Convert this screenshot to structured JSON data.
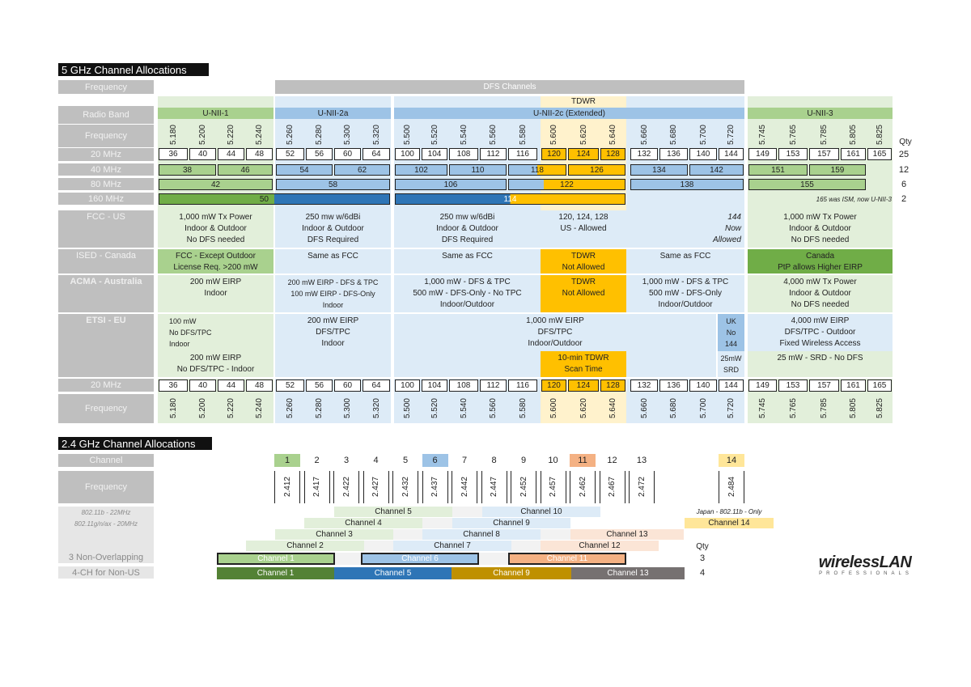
{
  "title_5": "5 GHz Channel Allocations",
  "title_24": "2.4 GHz Channel Allocations",
  "labels": {
    "frequency": "Frequency",
    "radio_band": "Radio Band",
    "w20": "20 MHz",
    "w40": "40 MHz",
    "w80": "80 MHz",
    "w160": "160 MHz",
    "fcc": "FCC - US",
    "ised": "ISED - Canada",
    "acma": "ACMA - Australia",
    "etsi": "ETSI - EU",
    "channel": "Channel",
    "std_b": "802.11b - 22MHz",
    "std_g": "802.11g/n/ax - 20MHz",
    "non_overlap": "3 Non-Overlapping",
    "non_us": "4-CH for Non-US"
  },
  "dfs_label": "DFS Channels",
  "tdwr_label": "TDWR",
  "bands": [
    "U-NII-1",
    "U-NII-2a",
    "U-NII-2c (Extended)",
    "U-NII-3"
  ],
  "qty_label": "Qty",
  "qty": [
    "25",
    "12",
    "6",
    "2"
  ],
  "qty24": [
    "3",
    "4"
  ],
  "freqs": [
    "5.180",
    "5.200",
    "5.220",
    "5.240",
    "5.260",
    "5.280",
    "5.300",
    "5.320",
    "5.500",
    "5.520",
    "5.540",
    "5.560",
    "5.580",
    "5.600",
    "5.620",
    "5.640",
    "5.660",
    "5.680",
    "5.700",
    "5.720",
    "5.745",
    "5.765",
    "5.785",
    "5.805",
    "5.825"
  ],
  "ch20": [
    "36",
    "40",
    "44",
    "48",
    "52",
    "56",
    "60",
    "64",
    "100",
    "104",
    "108",
    "112",
    "116",
    "120",
    "124",
    "128",
    "132",
    "136",
    "140",
    "144",
    "149",
    "153",
    "157",
    "161",
    "165"
  ],
  "ch40": [
    "38",
    "46",
    "54",
    "62",
    "102",
    "110",
    "118",
    "126",
    "134",
    "142",
    "151",
    "159"
  ],
  "ch80": [
    "42",
    "58",
    "106",
    "122",
    "138",
    "155"
  ],
  "ch160": [
    "50",
    "114"
  ],
  "note160": "165 was ISM, now U-NII-3",
  "fcc": {
    "a": [
      "1,000 mW Tx Power",
      "Indoor & Outdoor",
      "No DFS needed"
    ],
    "b": [
      "250 mw w/6dBi",
      "Indoor & Outdoor",
      "DFS Required"
    ],
    "c": [
      "250 mw w/6dBi",
      "Indoor & Outdoor",
      "DFS Required"
    ],
    "d": [
      "120, 124, 128",
      "US - Allowed"
    ],
    "e": [
      "144",
      "Now",
      "Allowed"
    ],
    "f": [
      "1,000 mW Tx Power",
      "Indoor & Outdoor",
      "No DFS needed"
    ]
  },
  "ised": {
    "a": [
      "FCC - Except Outdoor",
      "License Req. >200 mW"
    ],
    "b": "Same as FCC",
    "c": "Same as FCC",
    "d": [
      "TDWR",
      "Not Allowed"
    ],
    "e": "Same as FCC",
    "f": [
      "Canada",
      "PtP allows Higher EIRP"
    ]
  },
  "acma": {
    "a": [
      "200 mW EIRP",
      "Indoor"
    ],
    "b": [
      "200 mW EIRP - DFS & TPC",
      "100 mW EIRP - DFS-Only",
      "Indoor"
    ],
    "c": [
      "1,000 mW - DFS & TPC",
      "500 mW - DFS-Only - No TPC",
      "Indoor/Outdoor"
    ],
    "d": [
      "TDWR",
      "Not Allowed"
    ],
    "e": [
      "1,000 mW - DFS & TPC",
      "500 mW - DFS-Only",
      "Indoor/Outdoor"
    ],
    "f": [
      "4,000 mW Tx Power",
      "Indoor & Outdoor",
      "No DFS needed"
    ]
  },
  "etsi": {
    "a1": [
      "100 mW",
      "No DFS/TPC",
      "Indoor"
    ],
    "a2": [
      "200 mW EIRP",
      "No DFS/TPC - Indoor"
    ],
    "b": [
      "200 mW EIRP",
      "DFS/TPC",
      "Indoor"
    ],
    "c": [
      "1,000 mW EIRP",
      "DFS/TPC",
      "Indoor/Outdoor"
    ],
    "d": [
      "10-min TDWR",
      "Scan Time"
    ],
    "uk": [
      "UK",
      "No",
      "144"
    ],
    "srd": [
      "25mW",
      "SRD"
    ],
    "f1": [
      "4,000 mW EIRP",
      "DFS/TPC - Outdoor",
      "Fixed Wireless Access"
    ],
    "f2": "25 mW - SRD - No DFS"
  },
  "ch24": [
    "1",
    "2",
    "3",
    "4",
    "5",
    "6",
    "7",
    "8",
    "9",
    "10",
    "11",
    "12",
    "13",
    "14"
  ],
  "freq24": [
    "2.412",
    "2.417",
    "2.422",
    "2.427",
    "2.432",
    "2.437",
    "2.442",
    "2.447",
    "2.452",
    "2.457",
    "2.462",
    "2.467",
    "2.472",
    "2.484"
  ],
  "span_b": [
    "Channel 5",
    "Channel 10"
  ],
  "japan": "Japan - 802.11b - Only",
  "spans24": [
    "Channel 4",
    "Channel 9",
    "Channel 14",
    "Channel 3",
    "Channel 8",
    "Channel 13",
    "Channel 2",
    "Channel 7",
    "Channel 12"
  ],
  "no3": [
    "Channel 1",
    "Channel 6",
    "Channel 11"
  ],
  "no4": [
    "Channel 1",
    "Channel 5",
    "Channel 9",
    "Channel 13"
  ],
  "logo": "wirelessLAN",
  "logo_sub": "PROFESSIONALS",
  "colors": {
    "green": "#e2efda",
    "green_mid": "#a9d18e",
    "green_dark": "#70ad47",
    "blue": "#ddebf7",
    "blue_mid": "#9dc3e6",
    "blue_dark": "#2e75b6",
    "yellow": "#ffe699",
    "orange_dark": "#ffc000",
    "salmon": "#f4b183",
    "gray": "#bfbfbf",
    "band_green": "#548235",
    "band_gold": "#bf9000",
    "band_gray": "#767171"
  }
}
